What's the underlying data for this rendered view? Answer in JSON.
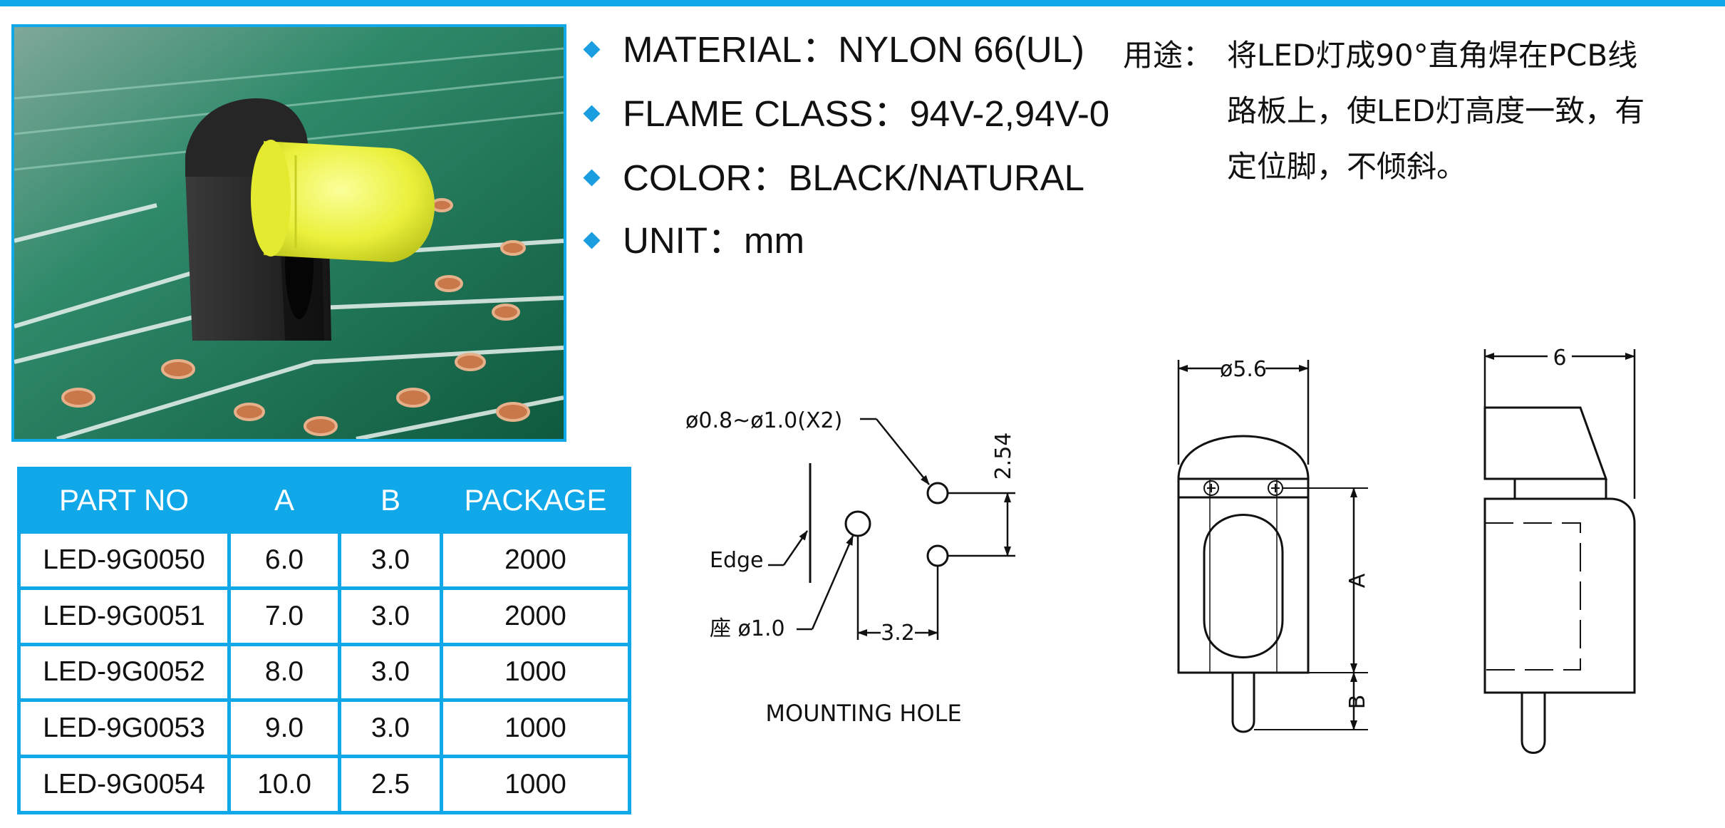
{
  "specs": [
    {
      "label": "MATERIAL：NYLON 66(UL)"
    },
    {
      "label": "FLAME CLASS：94V-2,94V-0"
    },
    {
      "label": "COLOR：BLACK/NATURAL"
    },
    {
      "label": "UNIT：mm"
    }
  ],
  "usage": {
    "label": "用途：",
    "lines": [
      "将LED灯成90°直角焊在PCB线",
      "路板上，使LED灯高度一致，有",
      "定位脚，不倾斜。"
    ]
  },
  "table": {
    "headers": [
      "PART NO",
      "A",
      "B",
      "PACKAGE"
    ],
    "rows": [
      [
        "LED-9G0050",
        "6.0",
        "3.0",
        "2000"
      ],
      [
        "LED-9G0051",
        "7.0",
        "3.0",
        "2000"
      ],
      [
        "LED-9G0052",
        "8.0",
        "3.0",
        "1000"
      ],
      [
        "LED-9G0053",
        "9.0",
        "3.0",
        "1000"
      ],
      [
        "LED-9G0054",
        "10.0",
        "2.5",
        "1000"
      ]
    ]
  },
  "mounting": {
    "hole_dia": "ø0.8~ø1.0(X2)",
    "pitch": "2.54",
    "edge": "Edge",
    "seat": "座 ø1.0",
    "offset": "3.2",
    "title": "MOUNTING  HOLE"
  },
  "front": {
    "width": "ø5.6",
    "a": "A",
    "b": "B"
  },
  "side": {
    "width": "6"
  },
  "colors": {
    "accent": "#11a8ea",
    "bullet": "#1b9ee0"
  }
}
